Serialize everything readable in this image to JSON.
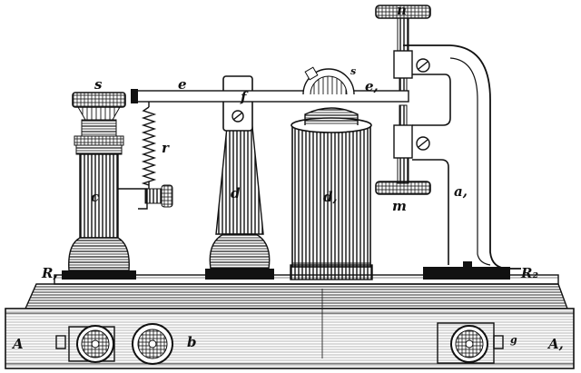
{
  "labels": {
    "s": "s",
    "r": "r",
    "c": "c",
    "e": "e",
    "e1": "e,",
    "f": "f",
    "s2": "s",
    "d": "d",
    "d1": "d,",
    "n": "n",
    "m": "m",
    "a1": "a,",
    "R1": "R,",
    "R2": "R₂",
    "A": "A",
    "A1": "A,",
    "b": "b",
    "g": "g"
  }
}
